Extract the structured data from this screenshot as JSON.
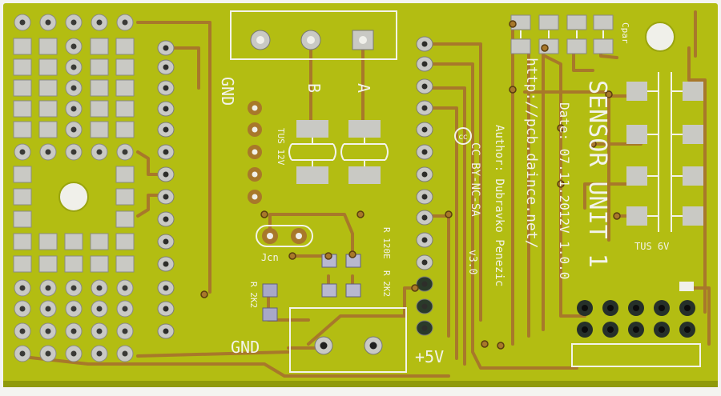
{
  "board": {
    "colors": {
      "substrate": "#b3bd12",
      "copper_trace": "#a8782a",
      "pad_silver": "#c9c9c4",
      "silkscreen": "#f3f3ea",
      "background": "#f4f4f0"
    },
    "labels": {
      "title": "SENSOR UNIT 1",
      "date": "Date: 07.11.2012",
      "version": "V 1.0.0",
      "url": "http://pcb.daince.net/",
      "author": "Author: Dubravko Penezic",
      "license": "CC BY-NC-SA",
      "license_version": "v3.0",
      "gnd_top": "GND",
      "gnd_bottom": "GND",
      "plus5v": "+5V",
      "pin_b": "B",
      "pin_a": "A",
      "tus12": "TUS 12V",
      "tus6": "TUS 6V",
      "cpar": "Cpar",
      "jcn": "Jcn",
      "r120": "R 120E",
      "r2k2_a": "R 2K2",
      "r2k2_b": "R 2K2"
    }
  }
}
